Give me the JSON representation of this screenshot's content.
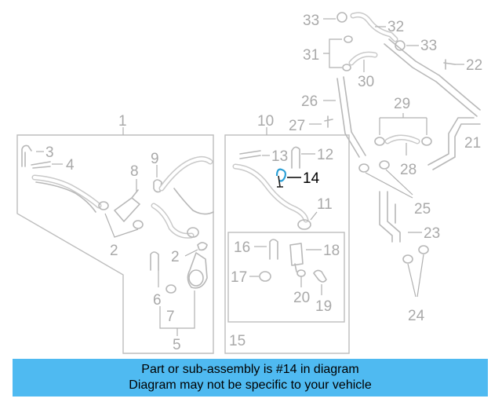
{
  "callouts": {
    "c1": "1",
    "c2a": "2",
    "c2b": "2",
    "c3": "3",
    "c4": "4",
    "c5": "5",
    "c6": "6",
    "c7": "7",
    "c8": "8",
    "c9": "9",
    "c10": "10",
    "c11": "11",
    "c12": "12",
    "c13": "13",
    "c14": "14",
    "c15": "15",
    "c16": "16",
    "c17": "17",
    "c18": "18",
    "c19": "19",
    "c20": "20",
    "c21": "21",
    "c22": "22",
    "c23": "23",
    "c24": "24",
    "c25": "25",
    "c26": "26",
    "c27": "27",
    "c28": "28",
    "c29": "29",
    "c30": "30",
    "c31": "31",
    "c32": "32",
    "c33a": "33",
    "c33b": "33"
  },
  "highlight_part": "14",
  "colors": {
    "banner_bg": "#4fbaf1",
    "highlight": "#2a9fd6",
    "lines": "#b8b8b8"
  },
  "banner": {
    "line1": "Part or sub-assembly is #14 in diagram",
    "line2": "Diagram may not be specific to your vehicle"
  }
}
